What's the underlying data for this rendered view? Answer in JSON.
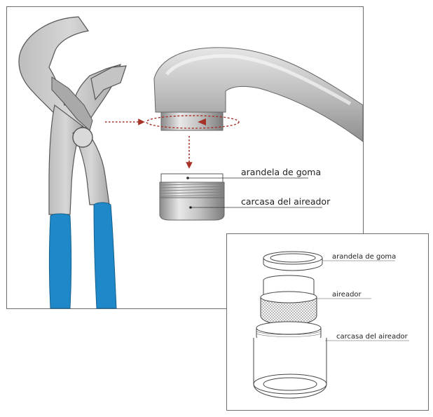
{
  "main_panel": {
    "labels": {
      "washer": "arandela de goma",
      "housing": "carcasa del aireador"
    }
  },
  "inset_panel": {
    "labels": {
      "washer": "arandela de goma",
      "aerator": "aireador",
      "housing": "carcasa del aireador"
    }
  },
  "colors": {
    "arrow": "#a83228",
    "pliers_handle": "#1e88c8",
    "metal": "#c9c9c9",
    "frame": "#6e6e6e"
  }
}
